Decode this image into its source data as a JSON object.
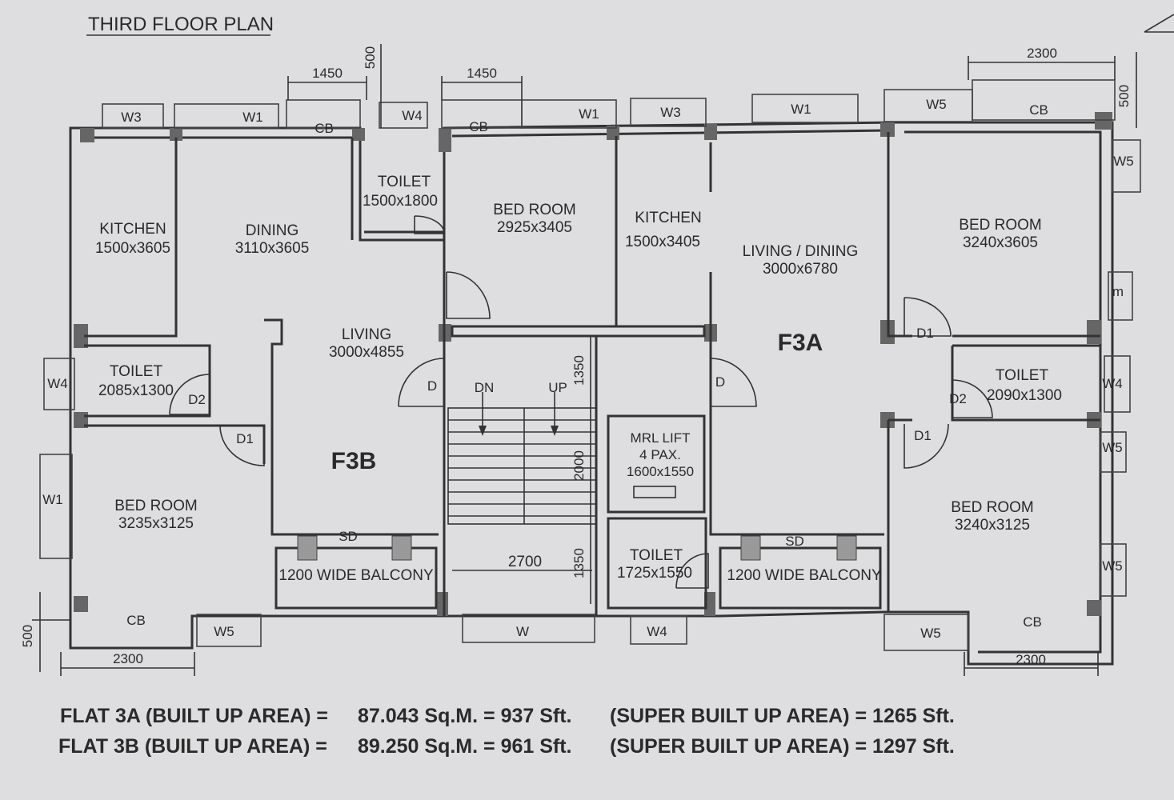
{
  "plan_title": "THIRD FLOOR PLAN",
  "flats": {
    "f3a": "F3A",
    "f3b": "F3B"
  },
  "rooms": {
    "kitchen_l": {
      "name": "KITCHEN",
      "size": "1500x3605"
    },
    "dining_l": {
      "name": "DINING",
      "size": "3110x3605"
    },
    "toilet_top": {
      "name": "TOILET",
      "size": "1500x1800"
    },
    "bed_top": {
      "name": "BED ROOM",
      "size": "2925x3405"
    },
    "kitchen_r": {
      "name": "KITCHEN",
      "size": "1500x3405"
    },
    "living_dining_r": {
      "name": "LIVING / DINING",
      "size": "3000x6780"
    },
    "bed_tr": {
      "name": "BED ROOM",
      "size": "3240x3605"
    },
    "living_l": {
      "name": "LIVING",
      "size": "3000x4855"
    },
    "toilet_l": {
      "name": "TOILET",
      "size": "2085x1300"
    },
    "toilet_r": {
      "name": "TOILET",
      "size": "2090x1300"
    },
    "bed_bl": {
      "name": "BED ROOM",
      "size": "3235x3125"
    },
    "bed_br": {
      "name": "BED ROOM",
      "size": "3240x3125"
    },
    "lift": {
      "line1": "MRL LIFT",
      "line2": "4 PAX.",
      "line3": "1600x1550"
    },
    "toilet_c": {
      "name": "TOILET",
      "size": "1725x1550"
    },
    "balcony_l": "1200 WIDE BALCONY",
    "balcony_r": "1200 WIDE BALCONY"
  },
  "labels": {
    "cb": "CB",
    "sd": "SD",
    "d": "D",
    "d1": "D1",
    "d2": "D2",
    "dn": "DN",
    "up": "UP",
    "w": "W",
    "w1": "W1",
    "w3": "W3",
    "w4": "W4",
    "w5": "W5",
    "m": "m"
  },
  "dims": {
    "d1450": "1450",
    "d500": "500",
    "d2300": "2300",
    "d1350": "1350",
    "d2000": "2000",
    "d2700": "2700"
  },
  "areas": {
    "flat3a": {
      "label": "FLAT 3A  (BUILT UP AREA) =",
      "value": "87.043 Sq.M. = 937 Sft.",
      "super": "(SUPER BUILT UP AREA) = 1265 Sft."
    },
    "flat3b": {
      "label": "FLAT 3B  (BUILT UP AREA) =",
      "value": "89.250 Sq.M. = 961 Sft.",
      "super": "(SUPER BUILT UP AREA) = 1297 Sft."
    }
  }
}
